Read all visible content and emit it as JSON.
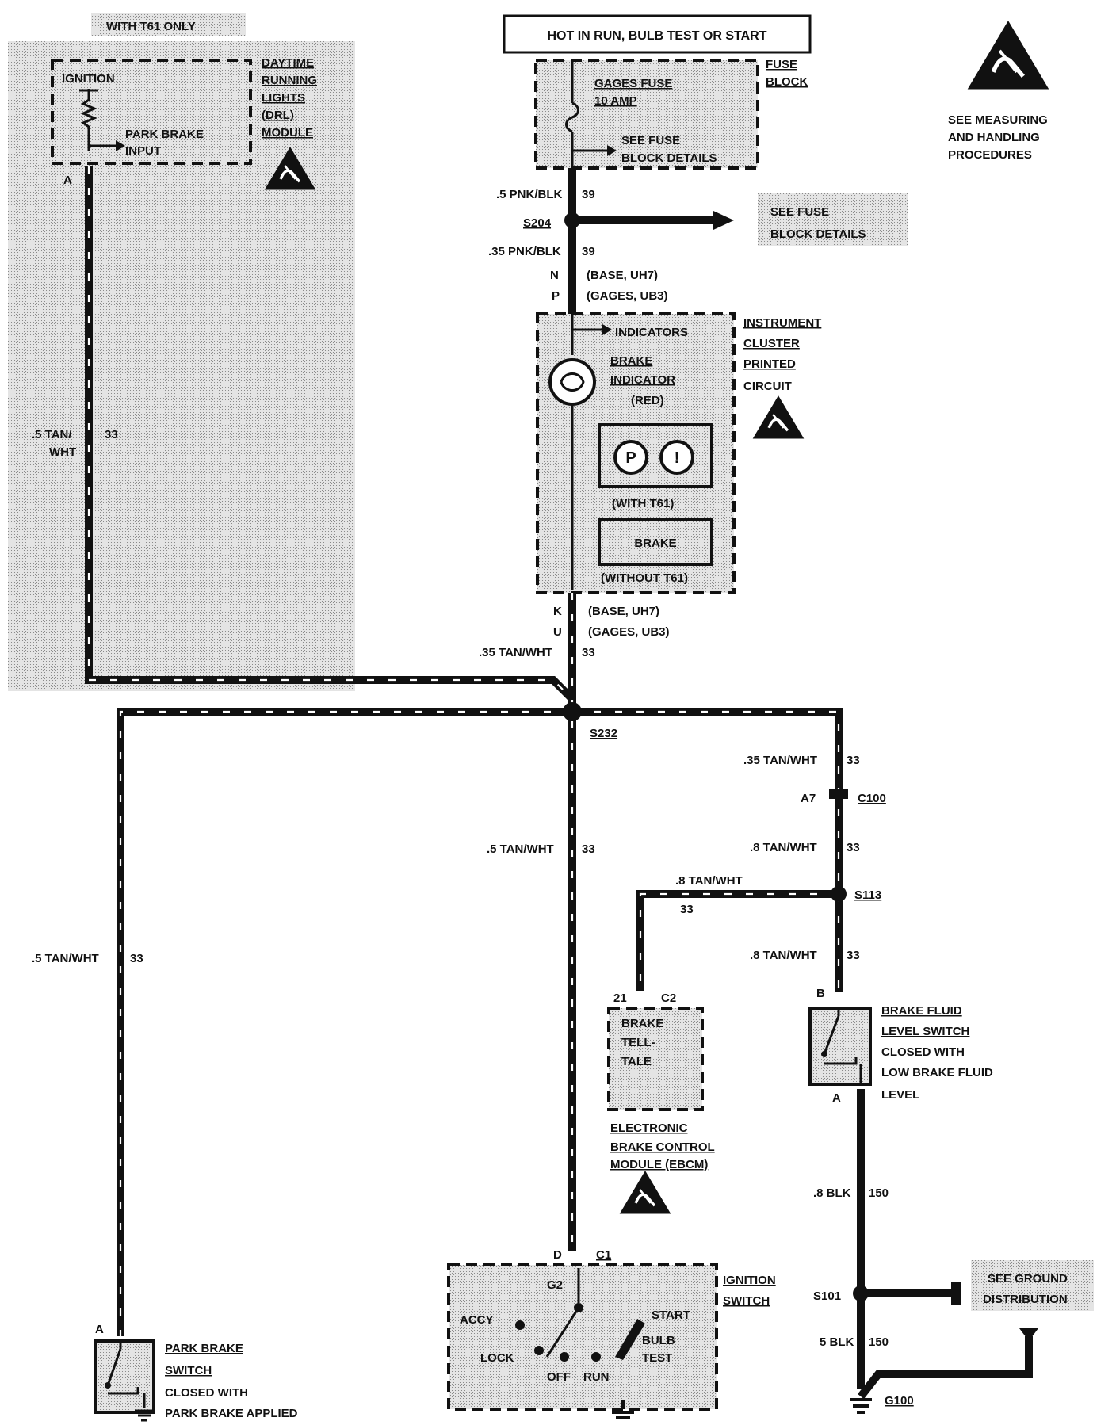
{
  "header": {
    "power_title": "HOT IN RUN, BULB TEST OR START",
    "t61_only": "WITH T61 ONLY",
    "esd_note": [
      "SEE MEASURING",
      "AND HANDLING",
      "PROCEDURES"
    ]
  },
  "fuse_block": {
    "title": [
      "FUSE",
      "BLOCK"
    ],
    "fuse_label": [
      "GAGES FUSE",
      "10 AMP"
    ],
    "details": [
      "SEE FUSE",
      "BLOCK DETAILS"
    ],
    "wire_top": ".5 PNK/BLK",
    "wire_top_circuit": "39",
    "splice": "S204",
    "splice_details": [
      "SEE FUSE",
      "BLOCK DETAILS"
    ],
    "wire_bottom": ".35 PNK/BLK",
    "wire_bottom_circuit": "39",
    "pin_n": "N",
    "pin_n_note": "(BASE, UH7)",
    "pin_p": "P",
    "pin_p_note": "(GAGES, UB3)"
  },
  "drl": {
    "ignition": "IGNITION",
    "park_brake_input": [
      "PARK BRAKE",
      "INPUT"
    ],
    "title": [
      "DAYTIME",
      "RUNNING",
      "LIGHTS",
      "(DRL)",
      "MODULE"
    ],
    "pin": "A",
    "wire": [
      ".5 TAN/",
      "WHT"
    ],
    "circuit": "33"
  },
  "cluster": {
    "indicators": "INDICATORS",
    "brake_indicator": [
      "BRAKE",
      "INDICATOR",
      "(RED)"
    ],
    "title": [
      "INSTRUMENT",
      "CLUSTER",
      "PRINTED",
      "CIRCUIT"
    ],
    "symbol_p": "P",
    "symbol_i": "!",
    "with_t61": "(WITH T61)",
    "brake_word": "BRAKE",
    "without_t61": "(WITHOUT T61)",
    "pin_k": "K",
    "pin_k_note": "(BASE, UH7)",
    "pin_u": "U",
    "pin_u_note": "(GAGES, UB3)",
    "wire_out": ".35 TAN/WHT",
    "wire_out_circuit": "33"
  },
  "s232": {
    "splice": "S232",
    "wire_center": ".5 TAN/WHT",
    "wire_center_circuit": "33",
    "wire_left": ".5 TAN/WHT",
    "wire_left_circuit": "33"
  },
  "right_branch": {
    "wire1": ".35 TAN/WHT",
    "wire1_circuit": "33",
    "conn_pin": "A7",
    "conn": "C100",
    "wire2": ".8 TAN/WHT",
    "wire2_circuit": "33",
    "splice": "S113",
    "ebcm_wire": ".8 TAN/WHT",
    "ebcm_circuit": "33",
    "wire3": ".8 TAN/WHT",
    "wire3_circuit": "33",
    "pin_b": "B",
    "pin_a": "A"
  },
  "ebcm": {
    "pin": "21",
    "conn": "C2",
    "telltale": [
      "BRAKE",
      "TELL-",
      "TALE"
    ],
    "title": [
      "ELECTRONIC",
      "BRAKE CONTROL",
      "MODULE (EBCM)"
    ]
  },
  "fluid_switch": {
    "label": [
      "BRAKE FLUID",
      "LEVEL SWITCH",
      "CLOSED WITH",
      "LOW BRAKE FLUID",
      "LEVEL"
    ]
  },
  "ground": {
    "wire1": ".8 BLK",
    "wire1_circuit": "150",
    "splice": "S101",
    "ground_dist": [
      "SEE GROUND",
      "DISTRIBUTION"
    ],
    "wire2": "5 BLK",
    "wire2_circuit": "150",
    "ground": "G100"
  },
  "ignition_switch": {
    "pin_d": "D",
    "conn": "C1",
    "terminal": "G2",
    "title": [
      "IGNITION",
      "SWITCH"
    ],
    "accy": "ACCY",
    "lock": "LOCK",
    "off": "OFF",
    "run": "RUN",
    "start": "START",
    "bulb_test": [
      "BULB",
      "TEST"
    ]
  },
  "park_switch": {
    "pin": "A",
    "label": [
      "PARK BRAKE",
      "SWITCH",
      "CLOSED WITH",
      "PARK BRAKE APPLIED"
    ]
  }
}
